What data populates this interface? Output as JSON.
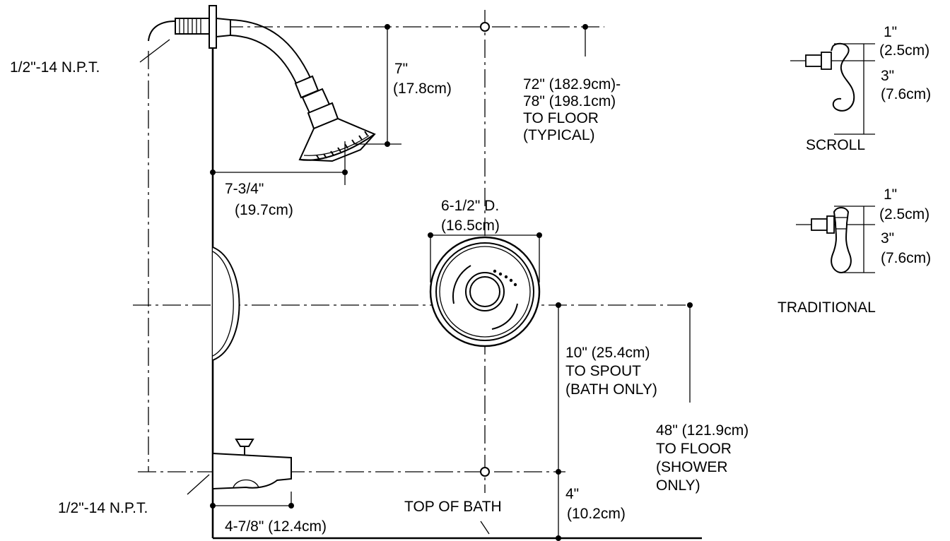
{
  "labels": {
    "npt_top": "1/2\"-14 N.P.T.",
    "npt_bottom": "1/2\"-14 N.P.T.",
    "drop_in": "7\"",
    "drop_cm": "(17.8cm)",
    "reach_in": "7-3/4\"",
    "reach_cm": "(19.7cm)",
    "height_line1": "72\" (182.9cm)-",
    "height_line2": "78\" (198.1cm)",
    "height_line3": "TO FLOOR",
    "height_line4": "(TYPICAL)",
    "diameter_in": "6-1/2\" D.",
    "diameter_cm": "(16.5cm)",
    "spout_line1": "10\" (25.4cm)",
    "spout_line2": "TO SPOUT",
    "spout_line3": "(BATH ONLY)",
    "floor_line1": "48\"  (121.9cm)",
    "floor_line2": "TO FLOOR",
    "floor_line3": "(SHOWER",
    "floor_line4": "ONLY)",
    "bath_in": "4\"",
    "bath_cm": "(10.2cm)",
    "top_of_bath": "TOP OF BATH",
    "spout_reach": "4-7/8\" (12.4cm)"
  },
  "handles": [
    {
      "name": "SCROLL",
      "top_in": "1\"",
      "top_cm": "(2.5cm)",
      "bottom_in": "3\"",
      "bottom_cm": "(7.6cm)"
    },
    {
      "name": "TRADITIONAL",
      "top_in": "1\"",
      "top_cm": "(2.5cm)",
      "bottom_in": "3\"",
      "bottom_cm": "(7.6cm)"
    }
  ]
}
